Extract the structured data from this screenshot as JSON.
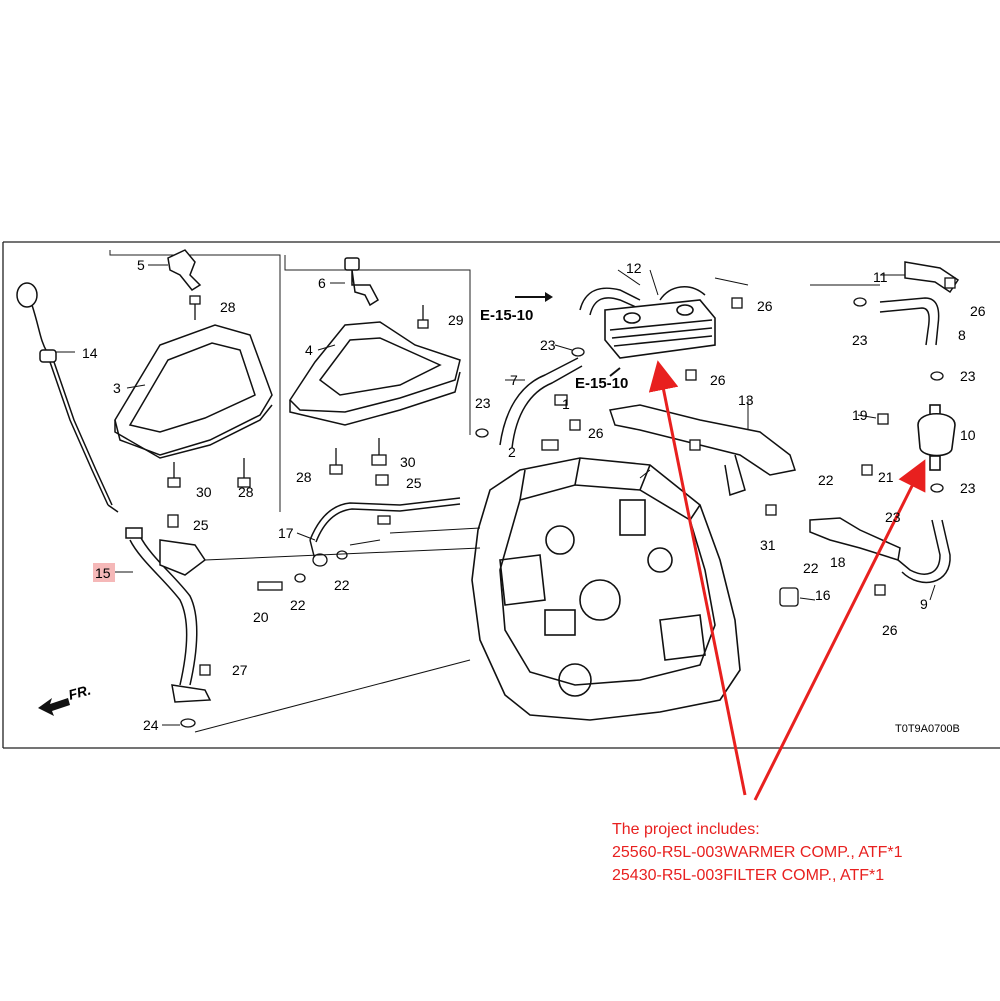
{
  "callouts": {
    "c1": "1",
    "c2": "2",
    "c3": "3",
    "c4": "4",
    "c5": "5",
    "c6": "6",
    "c7": "7",
    "c8": "8",
    "c9": "9",
    "c10": "10",
    "c11": "11",
    "c12": "12",
    "c13": "13",
    "c14": "14",
    "c15": "15",
    "c16": "16",
    "c17": "17",
    "c18": "18",
    "c19": "19",
    "c20": "20",
    "c21": "21",
    "c22": "22",
    "c23": "23",
    "c24": "24",
    "c25": "25",
    "c26": "26",
    "c27": "27",
    "c28": "28",
    "c29": "29",
    "c30": "30",
    "c31": "31"
  },
  "refs": {
    "e1": "E-15-10",
    "e2": "E-15-10"
  },
  "direction_label": "FR.",
  "diagram_code": "T0T9A0700B",
  "note": {
    "heading": "The project includes:",
    "line1": "25560-R5L-003WARMER COMP., ATF*1",
    "line2": "25430-R5L-003FILTER COMP., ATF*1"
  },
  "colors": {
    "annotation": "#e8201f",
    "ink": "#111111",
    "highlight": "#f5b8b8"
  }
}
